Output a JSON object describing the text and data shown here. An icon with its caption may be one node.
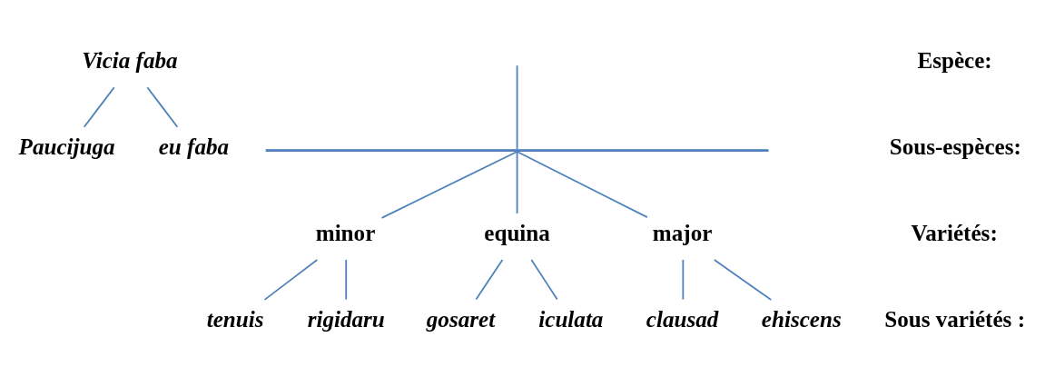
{
  "diagram": {
    "nodes": [
      {
        "text": [
          "Vicia faba"
        ]
      },
      {
        "text": [
          "Paucijuga"
        ]
      },
      {
        "text": [
          "eu faba"
        ]
      },
      {
        "text": [],
        "shape": "bar"
      },
      {
        "text": [
          "minor"
        ]
      },
      {
        "text": [
          "equina"
        ]
      },
      {
        "text": [
          "major"
        ]
      },
      {
        "text": [
          "tenuis"
        ]
      },
      {
        "text": [
          "rigidaru"
        ]
      },
      {
        "text": [
          "gosaret"
        ]
      },
      {
        "text": [
          "iculata"
        ]
      },
      {
        "text": [
          "clausad"
        ]
      },
      {
        "text": [
          "ehiscens"
        ]
      }
    ],
    "edges": [
      {
        "from": 0,
        "to": 1,
        "arrow": "none"
      },
      {
        "from": 0,
        "to": 2,
        "arrow": "none"
      },
      {
        "from": null,
        "to": 3,
        "arrow": "none"
      },
      {
        "from": 3,
        "to": 4,
        "arrow": "none"
      },
      {
        "from": 3,
        "to": 5,
        "arrow": "none"
      },
      {
        "from": 3,
        "to": 6,
        "arrow": "none"
      },
      {
        "from": 4,
        "to": 7,
        "arrow": "none"
      },
      {
        "from": 4,
        "to": 8,
        "arrow": "none"
      },
      {
        "from": 5,
        "to": 9,
        "arrow": "none"
      },
      {
        "from": 5,
        "to": 10,
        "arrow": "none"
      },
      {
        "from": 6,
        "to": 11,
        "arrow": "none"
      },
      {
        "from": 6,
        "to": 12,
        "arrow": "none"
      }
    ],
    "labels": [
      "Espèce:",
      "Sous-espèces:",
      "Variétés:",
      "Sous variétés :"
    ]
  }
}
